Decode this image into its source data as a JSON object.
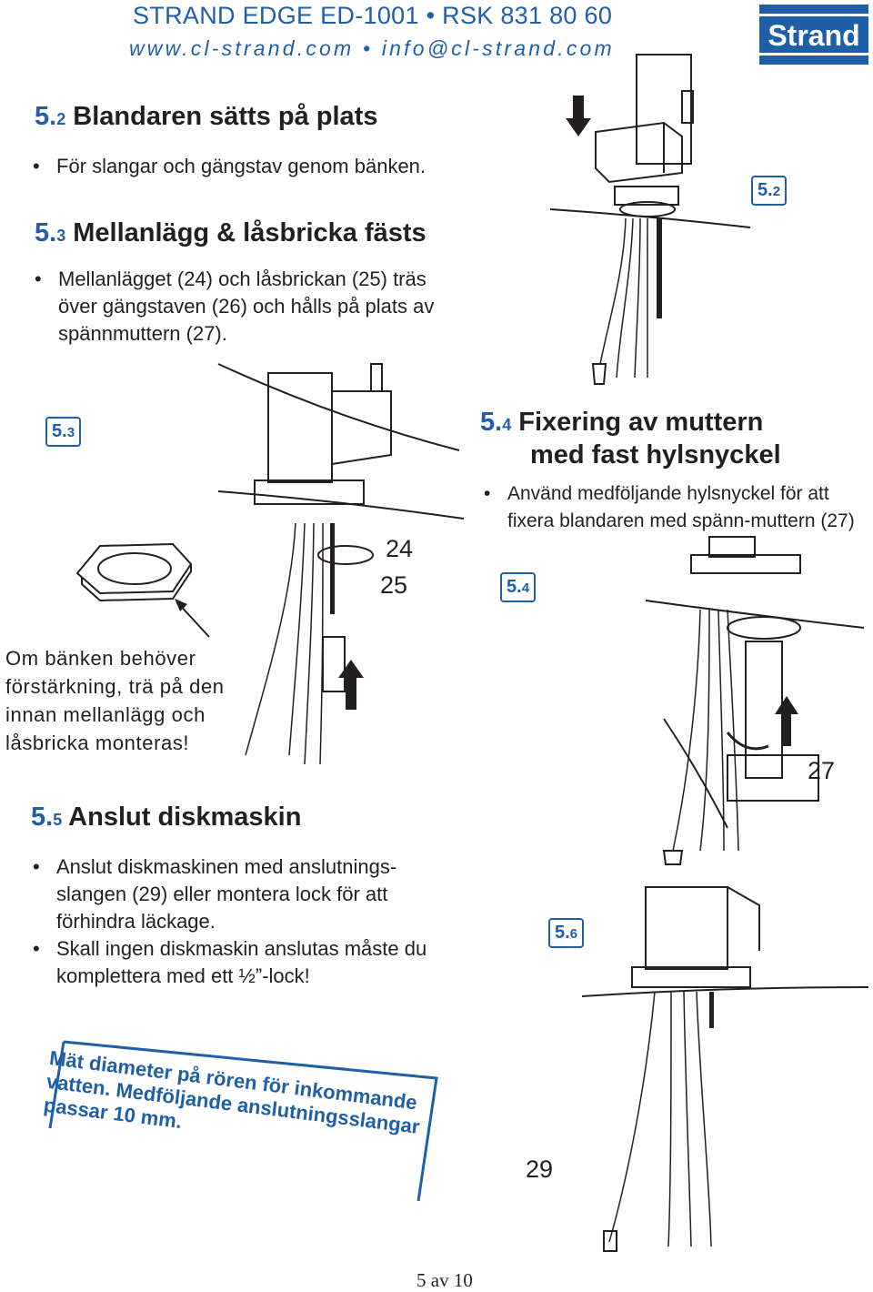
{
  "header": {
    "title": "STRAND EDGE ED-1001 • RSK 831 80 60",
    "contact": "www.cl-strand.com • info@cl-strand.com",
    "logo_text": "Strand",
    "brand_color": "#1f5fa8"
  },
  "section_5_2": {
    "num": "5.",
    "sub": "2",
    "title": " Blandaren sätts på plats",
    "bullets": [
      "För slangar och gängstav genom bänken."
    ],
    "badge_num": "5.",
    "badge_sub": "2"
  },
  "section_5_3": {
    "num": "5.",
    "sub": "3",
    "title": " Mellanlägg & låsbricka fästs",
    "bullets": [
      "Mellanlägget (24) och låsbrickan (25) träs över gängstaven (26) och hålls på plats av spännmuttern (27)."
    ],
    "badge_num": "5.",
    "badge_sub": "3",
    "label_24": "24",
    "label_25": "25",
    "note": "Om bänken behöver förstärkning, trä på den innan mellanlägg och låsbricka monteras!"
  },
  "section_5_4": {
    "num": "5.",
    "sub": "4",
    "title_line1": " Fixering av muttern",
    "title_line2": "med fast hylsnyckel",
    "bullets": [
      "Använd medföljande hylsnyckel för att fixera blandaren med spänn-muttern (27)"
    ],
    "badge_num": "5.",
    "badge_sub": "4",
    "label_27": "27"
  },
  "section_5_5": {
    "num": "5.",
    "sub": "5",
    "title": " Anslut diskmaskin",
    "bullets": [
      "Anslut diskmaskinen med anslutnings-slangen (29) eller montera lock för att förhindra läckage.",
      "Skall ingen diskmaskin anslutas måste du komplettera med ett ½”-lock!"
    ]
  },
  "section_5_6": {
    "badge_num": "5.",
    "badge_sub": "6",
    "label_29": "29",
    "blue_note": "Mät diameter på rören för inkommande vatten. Medföljande anslutningsslangar passar 10 mm."
  },
  "footer": {
    "page": "5 av 10"
  }
}
